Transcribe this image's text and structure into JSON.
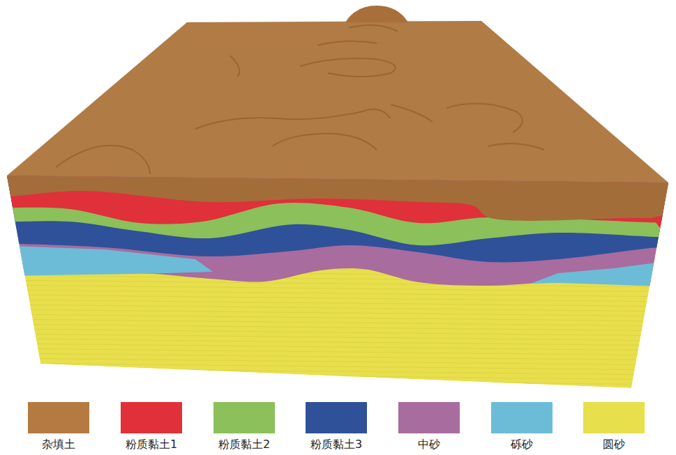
{
  "diagram": {
    "legend": [
      {
        "text": "杂填土",
        "color": "#b47a42"
      },
      {
        "text": "粉质黏土1",
        "color": "#e0303a"
      },
      {
        "text": "粉质黏土2",
        "color": "#8cc05a"
      },
      {
        "text": "粉质黏土3",
        "color": "#2f5199"
      },
      {
        "text": "中砂",
        "color": "#a86c9e"
      },
      {
        "text": "砾砂",
        "color": "#6cbcd8"
      },
      {
        "text": "圆砂",
        "color": "#e8df4c"
      }
    ]
  }
}
